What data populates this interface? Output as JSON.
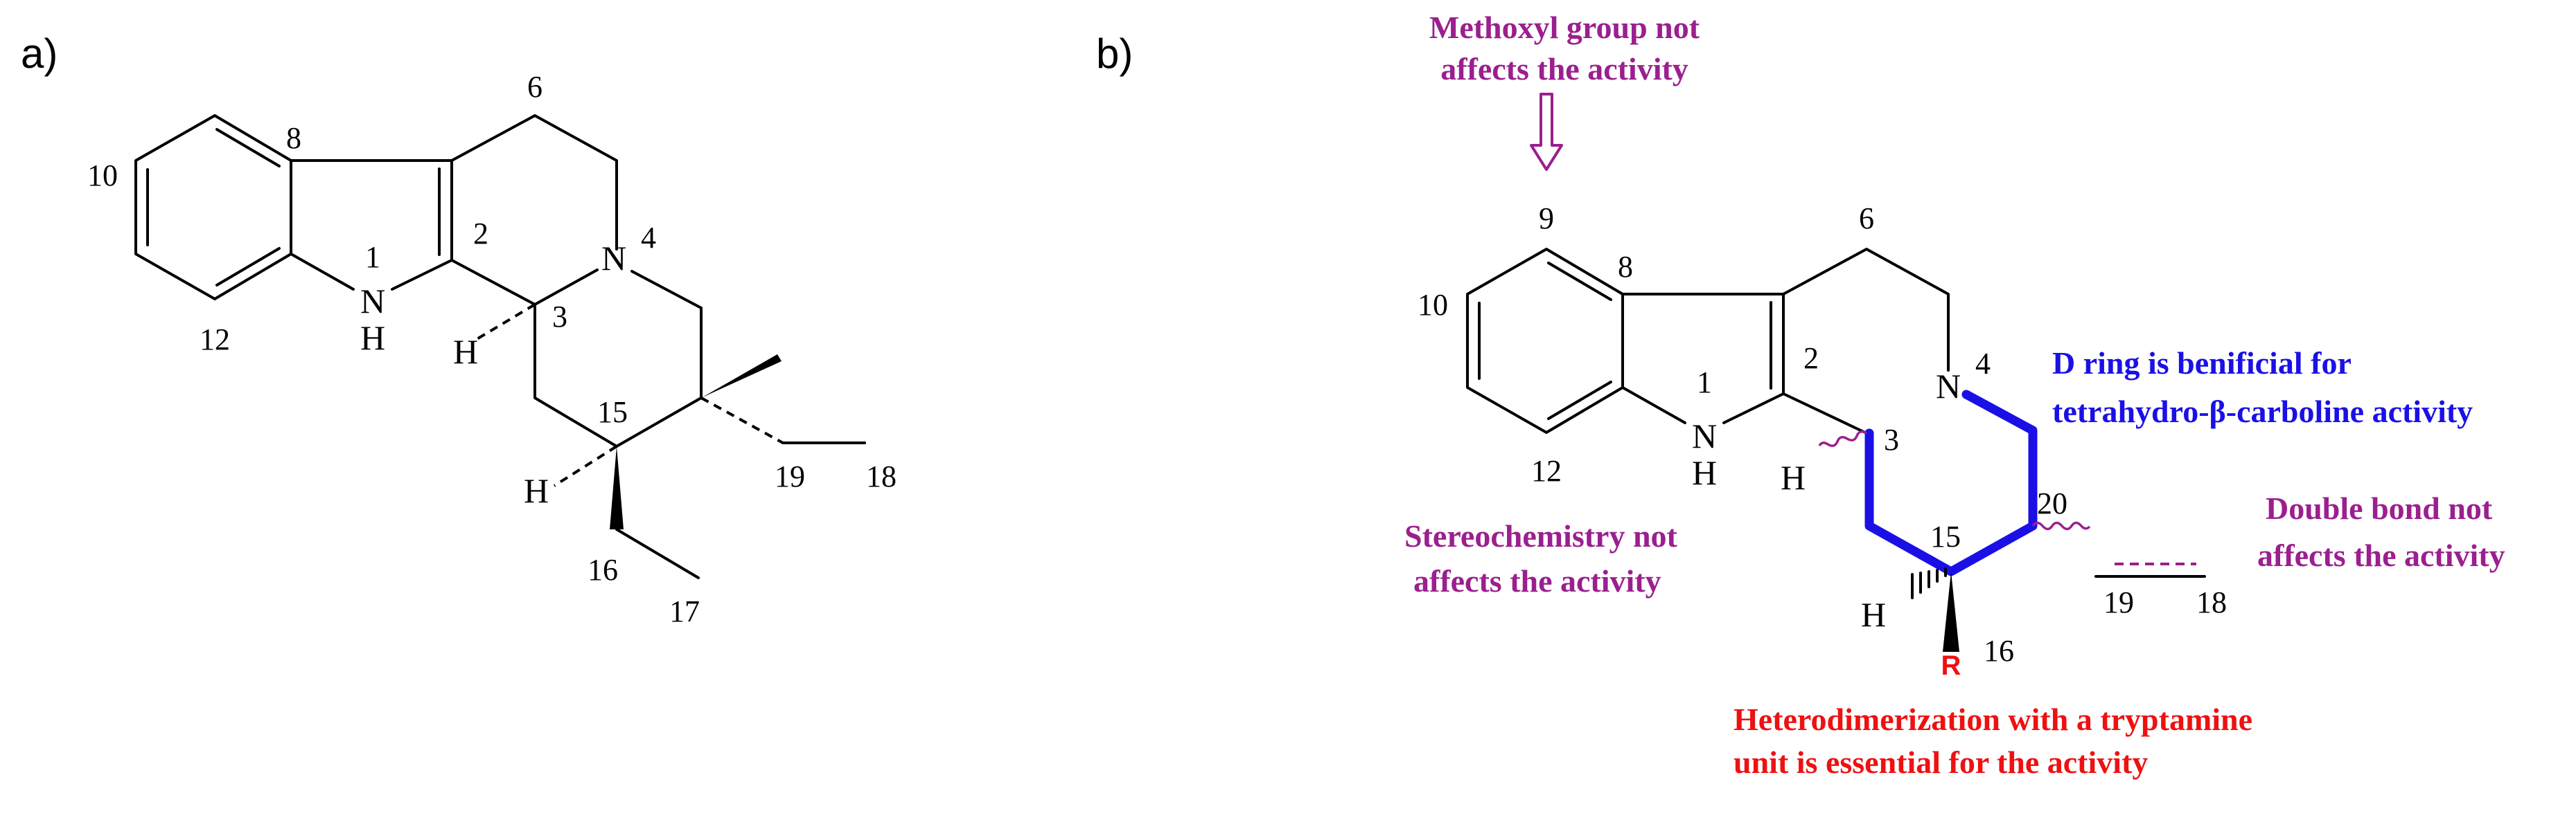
{
  "colors": {
    "annotation_purple": "#9b1f8f",
    "annotation_blue": "#1a10e6",
    "annotation_red": "#ee1111",
    "bond": "#000000"
  },
  "panel_a": {
    "label": "a)",
    "atoms": {
      "N1": "N",
      "H1": "H",
      "N4": "N",
      "H3": "H",
      "H15": "H"
    },
    "numbers": {
      "n1": "1",
      "n2": "2",
      "n3": "3",
      "n4": "4",
      "n6": "6",
      "n8": "8",
      "n10": "10",
      "n12": "12",
      "n15": "15",
      "n16": "16",
      "n17": "17",
      "n18": "18",
      "n19": "19"
    }
  },
  "panel_b": {
    "label": "b)",
    "atoms": {
      "N1": "N",
      "H1": "H",
      "N4": "N",
      "H3": "H",
      "H15": "H"
    },
    "numbers": {
      "n1": "1",
      "n2": "2",
      "n3": "3",
      "n4": "4",
      "n6": "6",
      "n8": "8",
      "n9": "9",
      "n10": "10",
      "n12": "12",
      "n15": "15",
      "n16": "16",
      "n18": "18",
      "n19": "19",
      "n20": "20"
    },
    "r_group": "R",
    "annotations": {
      "methoxyl": [
        "Methoxyl group not",
        "affects the activity"
      ],
      "d_ring": [
        "D ring is benificial for",
        "tetrahydro-β-carboline activity"
      ],
      "double_bond": [
        "Double bond not",
        "affects the activity"
      ],
      "stereochemistry": [
        "Stereochemistry  not",
        "affects the activity"
      ],
      "heterodimerization": [
        "Heterodimerization with a tryptamine",
        "unit is essential for the activity"
      ]
    }
  }
}
